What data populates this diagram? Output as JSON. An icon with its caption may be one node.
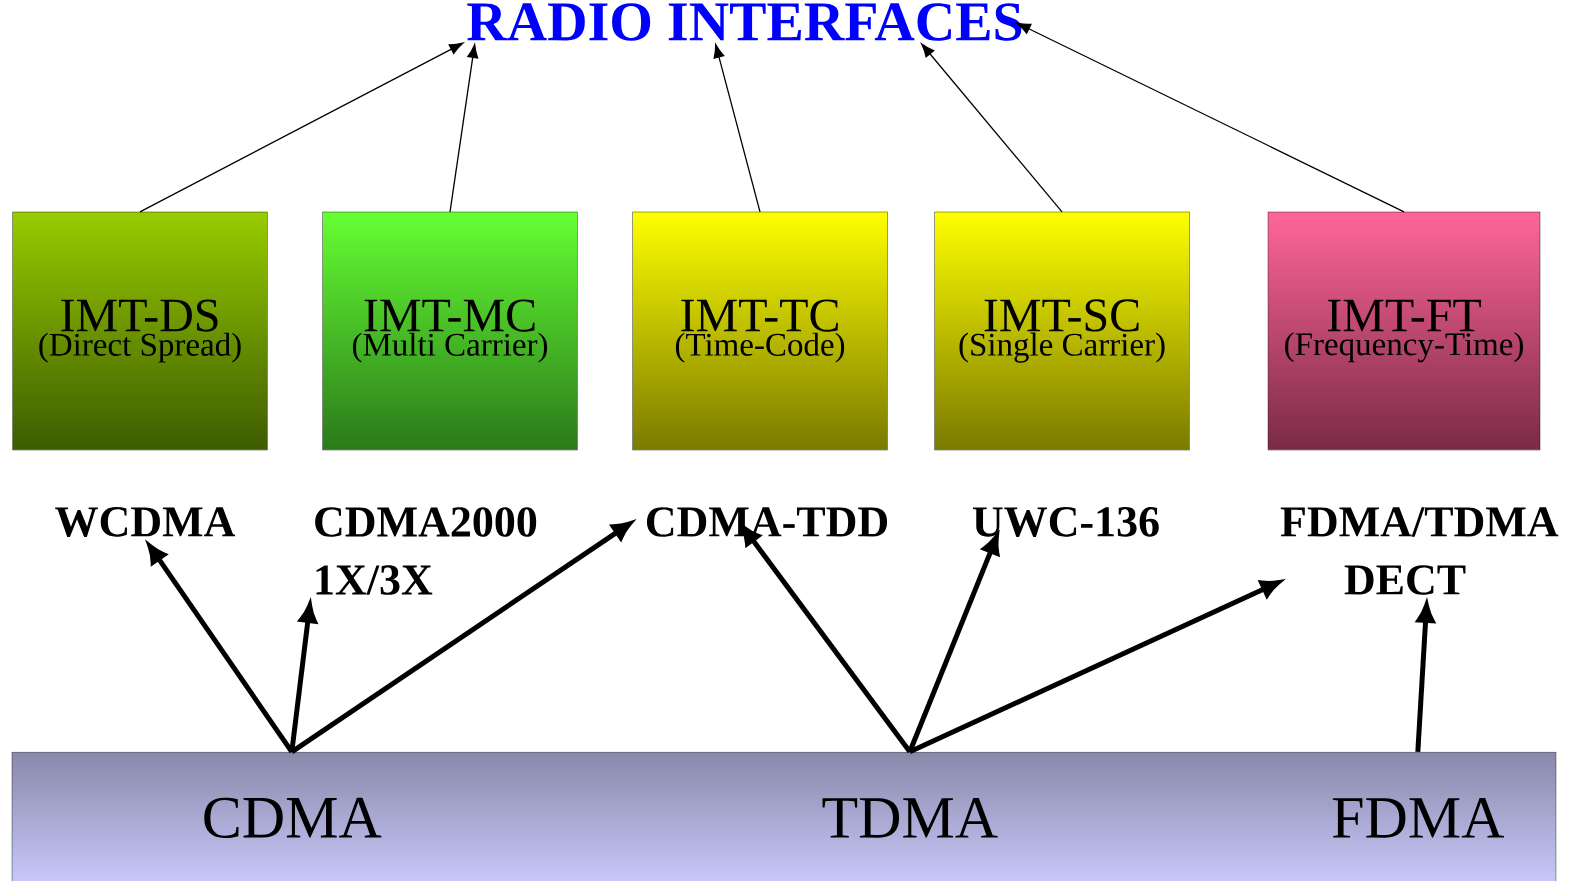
{
  "diagram": {
    "nodes": [
      {
        "text": [
          "RADIO INTERFACES"
        ]
      },
      {
        "text": [
          "IMT-DS",
          "(Direct Spread)"
        ]
      },
      {
        "text": [
          "IMT-MC",
          "(Multi Carrier)"
        ]
      },
      {
        "text": [
          "IMT-TC",
          "(Time-Code)"
        ]
      },
      {
        "text": [
          "IMT-SC",
          "(Single Carrier)"
        ]
      },
      {
        "text": [
          "IMT-FT",
          "(Frequency-Time)"
        ]
      },
      {
        "text": [
          "WCDMA"
        ]
      },
      {
        "text": [
          "CDMA2000 1X/3X"
        ]
      },
      {
        "text": [
          "CDMA-TDD"
        ]
      },
      {
        "text": [
          "UWC-136"
        ]
      },
      {
        "text": [
          "FDMA/TDMA DECT"
        ]
      },
      {
        "text": [],
        "shape": "bar"
      },
      {
        "text": [
          "CDMA"
        ],
        "in": 11
      },
      {
        "text": [
          "TDMA"
        ],
        "in": 11
      },
      {
        "text": [
          "FDMA"
        ],
        "in": 11
      }
    ],
    "edges": [
      {
        "from": 1,
        "to": 0,
        "arrow": "to"
      },
      {
        "from": 2,
        "to": 0,
        "arrow": "to"
      },
      {
        "from": 3,
        "to": 0,
        "arrow": "to"
      },
      {
        "from": 4,
        "to": 0,
        "arrow": "to"
      },
      {
        "from": 5,
        "to": 0,
        "arrow": "to"
      },
      {
        "from": 12,
        "to": 6,
        "arrow": "to"
      },
      {
        "from": 12,
        "to": 7,
        "arrow": "to"
      },
      {
        "from": 12,
        "to": 8,
        "arrow": "to"
      },
      {
        "from": 13,
        "to": 8,
        "arrow": "to"
      },
      {
        "from": 13,
        "to": 9,
        "arrow": "to"
      },
      {
        "from": 13,
        "to": 10,
        "arrow": "to"
      },
      {
        "from": 14,
        "to": 10,
        "arrow": "to"
      }
    ]
  }
}
